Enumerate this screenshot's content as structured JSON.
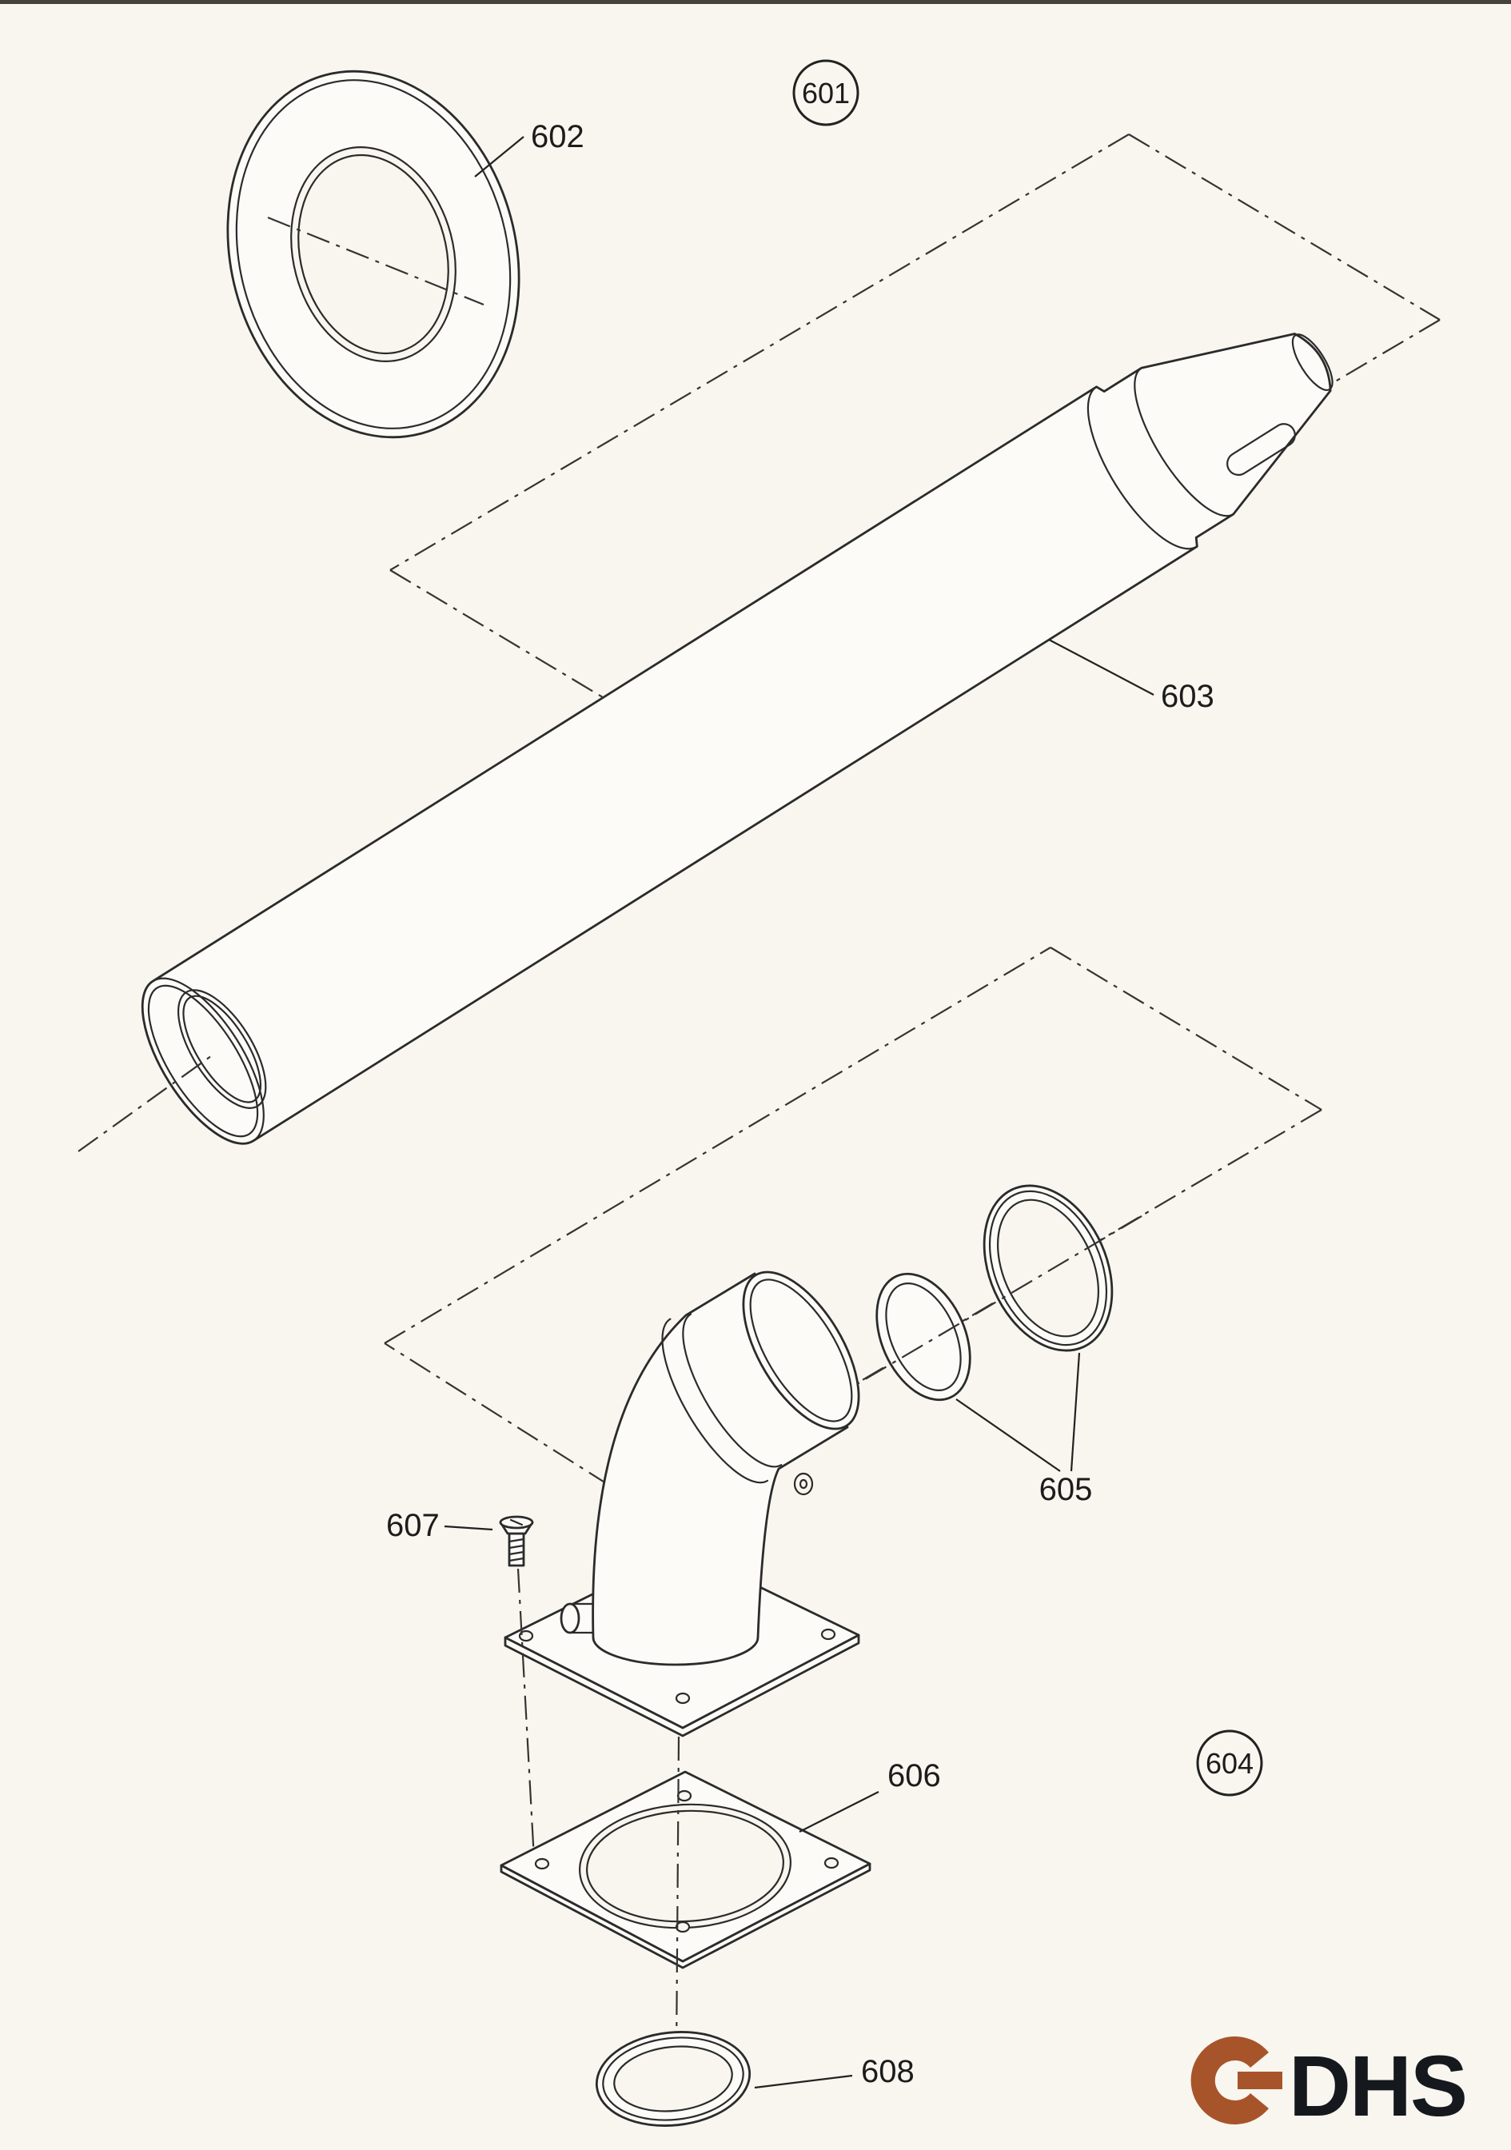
{
  "diagram": {
    "callouts": {
      "c601": "601",
      "c602": "602",
      "c603": "603",
      "c604": "604",
      "c605": "605",
      "c606": "606",
      "c607": "607",
      "c608": "608"
    },
    "logo": {
      "text": "DHS"
    },
    "colors": {
      "paper": "#f8f6ef",
      "line": "#2b2b2b",
      "logo_icon": "#a8542a",
      "logo_text": "#15181d"
    }
  }
}
